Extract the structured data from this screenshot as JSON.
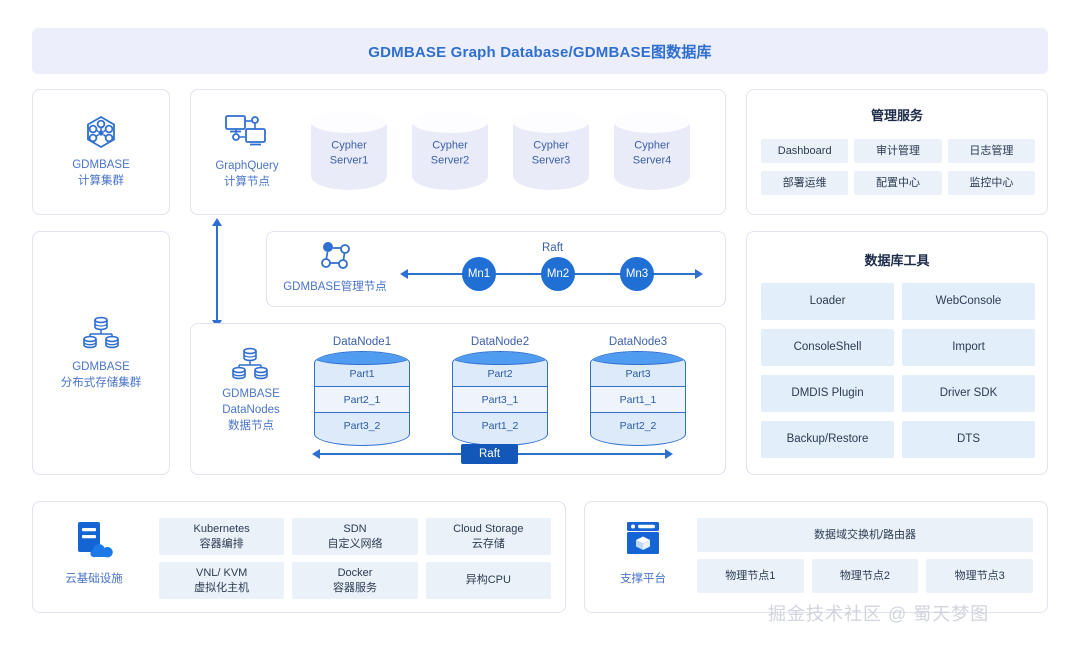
{
  "title": "GDMBASE Graph Database/GDMBASE图数据库",
  "colors": {
    "accent": "#2f6fd0",
    "title_text": "#2f6fd0",
    "banner_bg": "#eceefb",
    "tile_bg": "#eaf1f9",
    "tool_tile_bg": "#e3eefb",
    "node_circle": "#1f6fd4",
    "raft_badge": "#1357b8",
    "cylinder_cap": "#4f9cf0",
    "cylinder_body": "#ddeaf9",
    "panel_border": "#dfe3f2"
  },
  "left_clusters": [
    {
      "icon": "hex-cluster-icon",
      "line1": "GDMBASE",
      "line2": "计算集群"
    },
    {
      "icon": "storage-cluster-icon",
      "line1": "GDMBASE",
      "line2": "分布式存储集群"
    }
  ],
  "compute_row": {
    "node_icon": "graph-query-icon",
    "node_label_line1": "GraphQuery",
    "node_label_line2": "计算节点",
    "servers": [
      {
        "line1": "Cypher",
        "line2": "Server1"
      },
      {
        "line1": "Cypher",
        "line2": "Server2"
      },
      {
        "line1": "Cypher",
        "line2": "Server3"
      },
      {
        "line1": "Cypher",
        "line2": "Server4"
      }
    ]
  },
  "manage_row": {
    "icon": "manage-node-icon",
    "label": "GDMBASE管理节点",
    "raft_label": "Raft",
    "nodes": [
      "Mn1",
      "Mn2",
      "Mn3"
    ]
  },
  "datanode_row": {
    "icon": "datanodes-icon",
    "label_line1": "GDMBASE",
    "label_line2": "DataNodes",
    "label_line3": "数据节点",
    "raft_badge": "Raft",
    "nodes": [
      {
        "title": "DataNode1",
        "parts": [
          "Part1",
          "Part2_1",
          "Part3_2"
        ]
      },
      {
        "title": "DataNode2",
        "parts": [
          "Part2",
          "Part3_1",
          "Part1_2"
        ]
      },
      {
        "title": "DataNode3",
        "parts": [
          "Part3",
          "Part1_1",
          "Part2_2"
        ]
      }
    ]
  },
  "management_services": {
    "title": "管理服务",
    "items": [
      "Dashboard",
      "审计管理",
      "日志管理",
      "部署运维",
      "配置中心",
      "监控中心"
    ]
  },
  "database_tools": {
    "title": "数据库工具",
    "items": [
      "Loader",
      "WebConsole",
      "ConsoleShell",
      "Import",
      "DMDIS  Plugin",
      "Driver SDK",
      "Backup/Restore",
      "DTS"
    ]
  },
  "cloud_infrastructure": {
    "icon": "cloud-server-icon",
    "label": "云基础设施",
    "items": [
      {
        "line1": "Kubernetes",
        "line2": "容器编排"
      },
      {
        "line1": "SDN",
        "line2": "自定义网络"
      },
      {
        "line1": "Cloud Storage",
        "line2": "云存储"
      },
      {
        "line1": "VNL/ KVM",
        "line2": "虚拟化主机"
      },
      {
        "line1": "Docker",
        "line2": "容器服务"
      },
      {
        "line1": "异构CPU",
        "line2": ""
      }
    ]
  },
  "support_platform": {
    "icon": "platform-cube-icon",
    "label": "支撑平台",
    "wide_item": "数据域交换机/路由器",
    "items": [
      "物理节点1",
      "物理节点2",
      "物理节点3"
    ]
  },
  "watermark": "掘金技术社区 @ 蜀天梦图"
}
